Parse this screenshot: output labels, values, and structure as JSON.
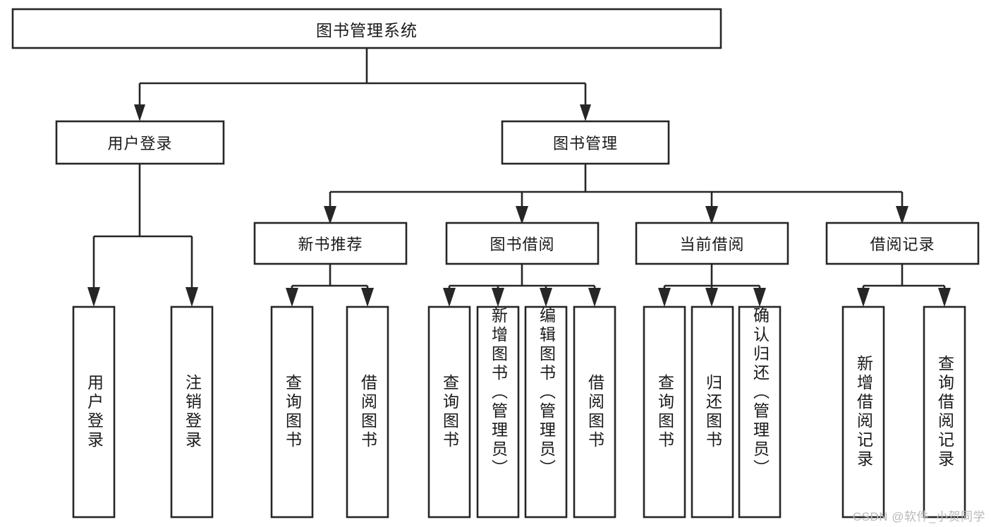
{
  "diagram": {
    "title": "图书管理系统",
    "watermark": "CSDN @软件_小贺同学",
    "colors": {
      "stroke": "#262626",
      "fill": "#ffffff",
      "text": "#1a1a1a",
      "watermark": "#b9b9b9",
      "background": "#ffffff"
    },
    "root": {
      "label": "图书管理系统"
    },
    "level1": [
      {
        "label": "用户登录"
      },
      {
        "label": "图书管理"
      }
    ],
    "level2": [
      {
        "label": "新书推荐"
      },
      {
        "label": "图书借阅"
      },
      {
        "label": "当前借阅"
      },
      {
        "label": "借阅记录"
      }
    ],
    "leaves": {
      "user_login": [
        {
          "label": "用户登录"
        },
        {
          "label": "注销登录"
        }
      ],
      "new_book_recommend": [
        {
          "label": "查询图书"
        },
        {
          "label": "借阅图书"
        }
      ],
      "book_borrow": [
        {
          "label": "查询图书"
        },
        {
          "label": "新增图书（管理员）"
        },
        {
          "label": "编辑图书（管理员）"
        },
        {
          "label": "借阅图书"
        }
      ],
      "current_borrow": [
        {
          "label": "查询图书"
        },
        {
          "label": "归还图书"
        },
        {
          "label": "确认归还（管理员）"
        }
      ],
      "borrow_record": [
        {
          "label": "新增借阅记录"
        },
        {
          "label": "查询借阅记录"
        }
      ]
    }
  }
}
